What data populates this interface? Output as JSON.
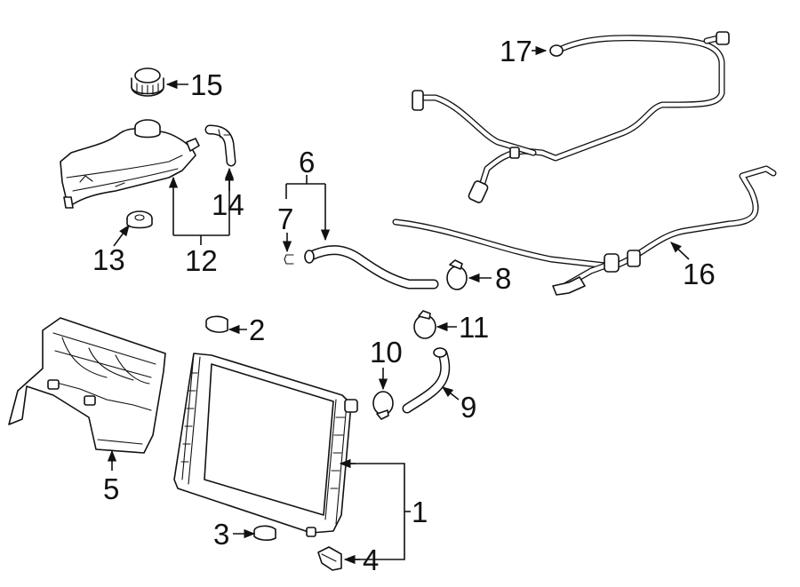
{
  "callouts": {
    "c1": "1",
    "c2": "2",
    "c3": "3",
    "c4": "4",
    "c5": "5",
    "c6": "6",
    "c7": "7",
    "c8": "8",
    "c9": "9",
    "c10": "10",
    "c11": "11",
    "c12": "12",
    "c13": "13",
    "c14": "14",
    "c15": "15",
    "c16": "16",
    "c17": "17"
  },
  "colors": {
    "line": "#111111",
    "background": "#ffffff"
  }
}
